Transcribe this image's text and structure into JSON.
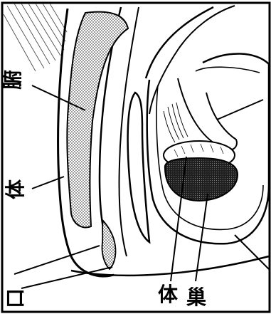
{
  "figure": {
    "labels": {
      "upper_left": "腑",
      "middle_left": "体",
      "lower_left": "口",
      "bottom_center_1": "体",
      "bottom_center_2": "巢"
    },
    "colors": {
      "line": "#000000",
      "stipple_fill": "#a8a8a8",
      "dark_fill": "#2e2e2e",
      "background": "#ffffff"
    }
  }
}
